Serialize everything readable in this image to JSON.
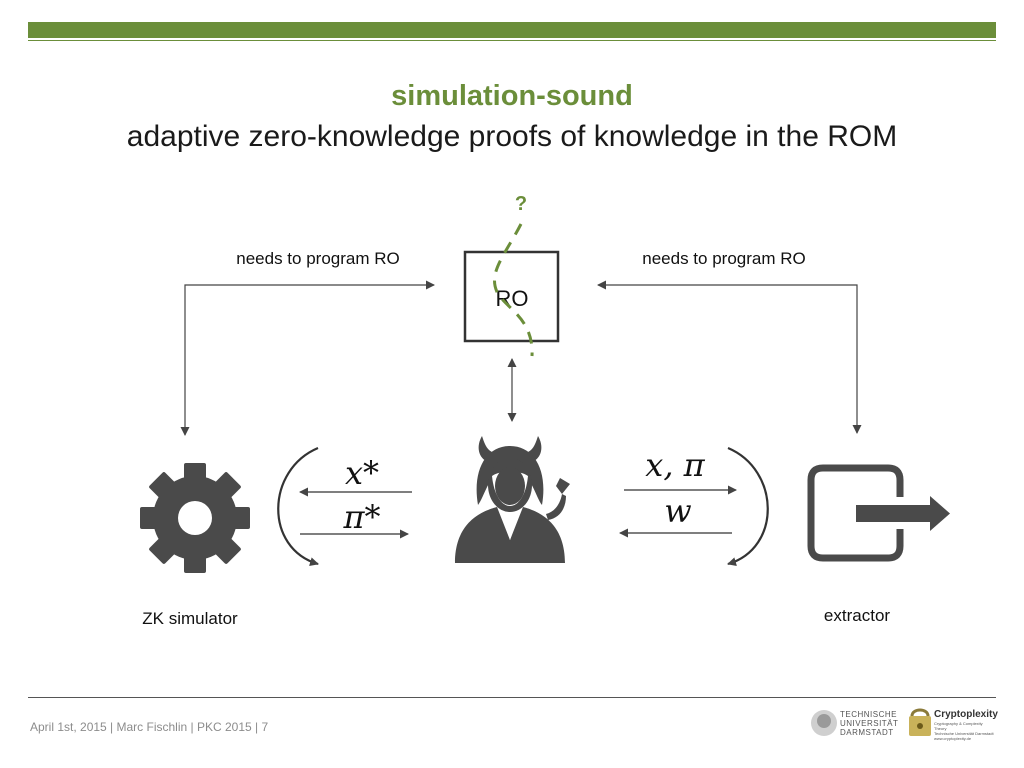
{
  "slide": {
    "title": "simulation-sound",
    "subtitle": "adaptive zero-knowledge proofs of knowledge in the ROM"
  },
  "diagram": {
    "ro_box_label": "RO",
    "question_mark": "?",
    "left_annotation": "needs to program RO",
    "right_annotation": "needs to program RO",
    "simulator_label": "ZK simulator",
    "extractor_label": "extractor",
    "left_messages": {
      "top": "x*",
      "bottom": "π*"
    },
    "right_messages": {
      "top": "x, π",
      "bottom": "w"
    }
  },
  "footer": {
    "text": "April 1st, 2015 | Marc Fischlin | PKC 2015 | 7",
    "tu_logo_text": [
      "TECHNISCHE",
      "UNIVERSITÄT",
      "DARMSTADT"
    ],
    "crypto_logo_title": "Cryptoplexity",
    "crypto_logo_sub": [
      "Cryptography & Complexity Theory",
      "Technische Universität Darmstadt",
      "www.cryptoplexity.de"
    ]
  },
  "colors": {
    "accent_green": "#6b8e3a",
    "icon_gray": "#4a4a4a",
    "line_gray": "#444444"
  },
  "icons": [
    "gear-icon",
    "devil-adversary-icon",
    "exit-icon",
    "tu-darmstadt-logo",
    "cryptoplexity-logo"
  ]
}
